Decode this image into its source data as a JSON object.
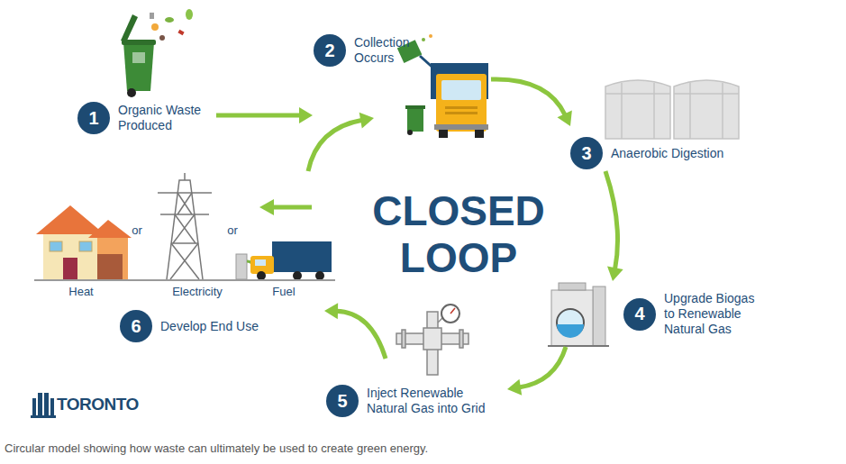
{
  "diagram": {
    "title": "CLOSED LOOP",
    "caption": "Circular model showing how waste can ultimately be used to create green energy.",
    "nodes": [
      {
        "text": [
          "1",
          "Organic Waste Produced"
        ]
      },
      {
        "text": [
          "2",
          "Collection Occurs"
        ]
      },
      {
        "text": [
          "3",
          "Anaerobic Digestion"
        ]
      },
      {
        "text": [
          "4",
          "Upgrade Biogas to Renewable Natural Gas"
        ]
      },
      {
        "text": [
          "5",
          "Inject Renewable Natural Gas into Grid"
        ]
      },
      {
        "text": [
          "6",
          "Develop End Use"
        ]
      }
    ],
    "edges": [
      {
        "from": 0,
        "to": 1,
        "arrow": "to"
      },
      {
        "from": 1,
        "to": 2,
        "arrow": "to"
      },
      {
        "from": 2,
        "to": 3,
        "arrow": "to"
      },
      {
        "from": 3,
        "to": 4,
        "arrow": "to"
      },
      {
        "from": 4,
        "to": 5,
        "arrow": "to"
      },
      {
        "from": 5,
        "to": 1,
        "arrow": "to"
      }
    ],
    "labels": [
      "or",
      "or",
      "Heat",
      "Electricity",
      "Fuel",
      "TORONTO"
    ]
  }
}
